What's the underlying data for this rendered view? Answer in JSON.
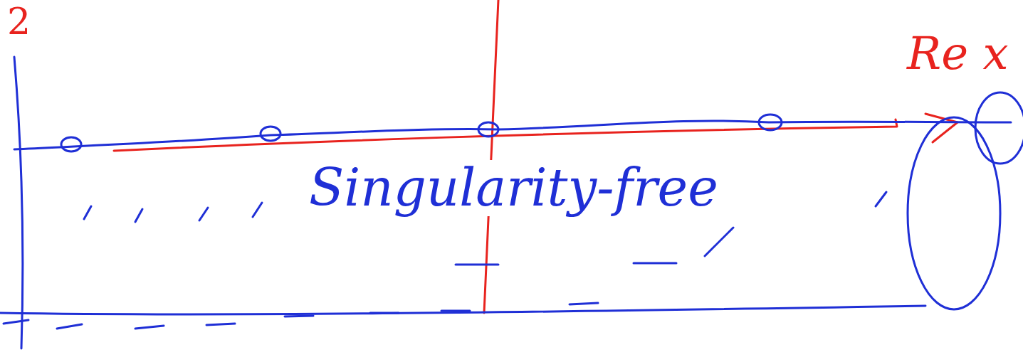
{
  "diagram": {
    "labels": [
      "2",
      "Re x",
      "Singularity-free"
    ]
  }
}
